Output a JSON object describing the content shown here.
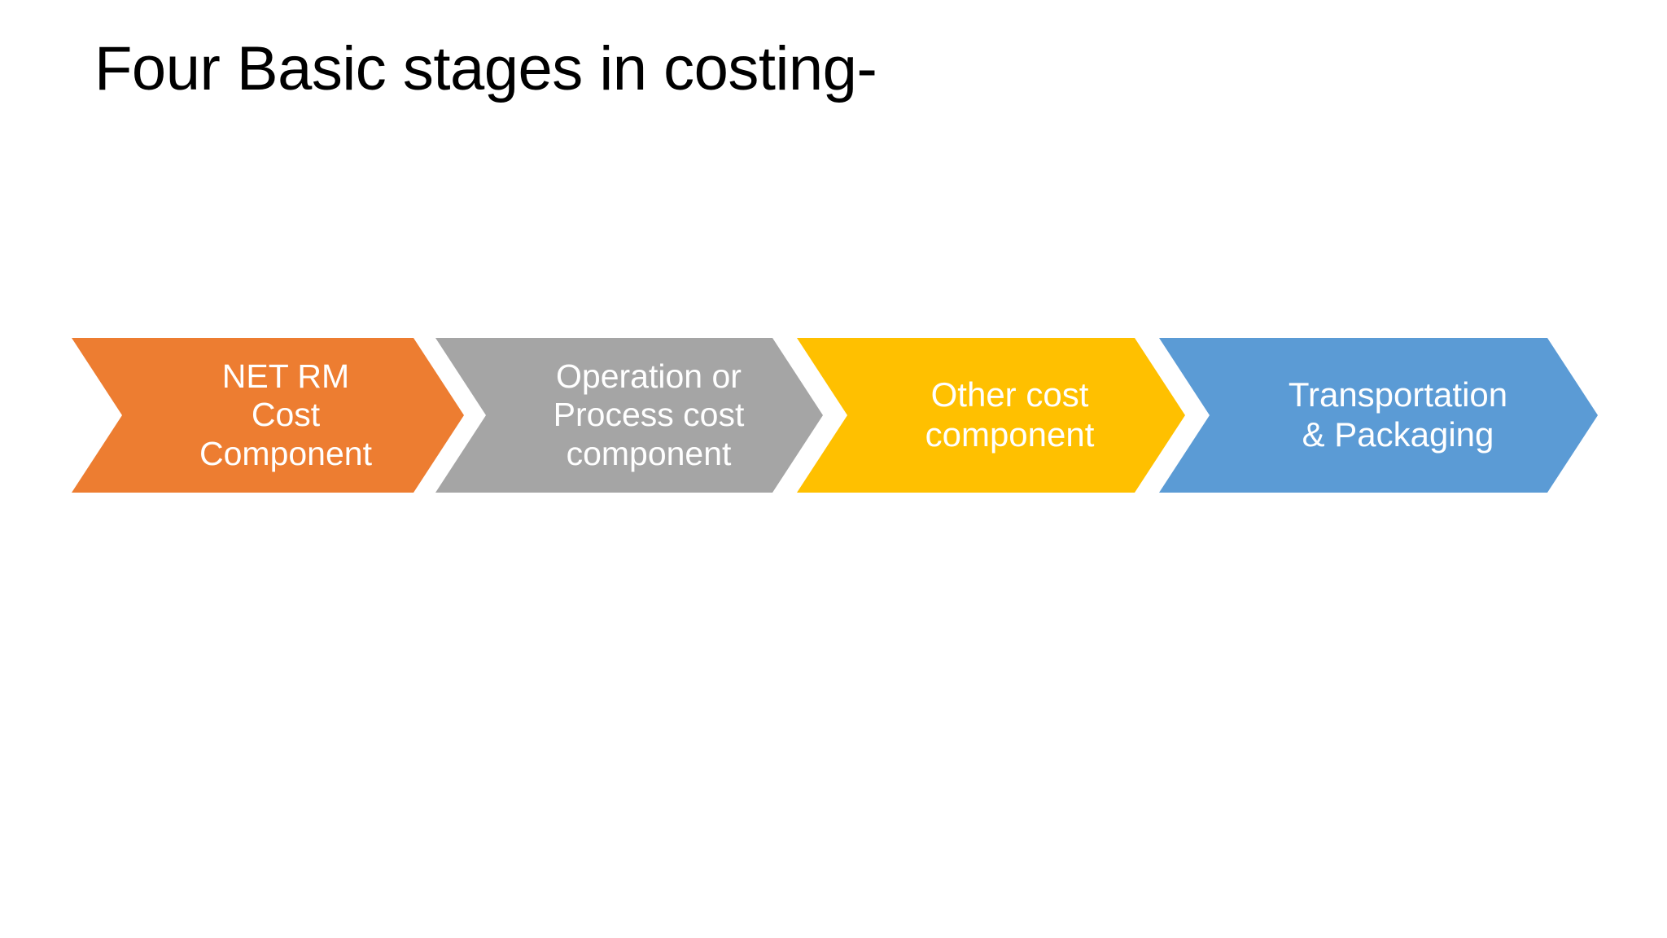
{
  "slide": {
    "background_color": "#FFFFFF",
    "title": "Four Basic stages in costing-",
    "title_color": "#000000"
  },
  "process": {
    "name": "four-basic-stages-in-costing",
    "direction": "left-to-right",
    "shape": "chevron",
    "steps": [
      {
        "index": 1,
        "label": "NET RM\nCost\nComponent",
        "lines": [
          "NET RM",
          "Cost",
          "Component"
        ],
        "fill_color": "#ED7D31",
        "text_color": "#FFFFFF"
      },
      {
        "index": 2,
        "label": "Operation or\nProcess cost\ncomponent",
        "lines": [
          "Operation or",
          "Process cost",
          "component"
        ],
        "fill_color": "#A5A5A5",
        "text_color": "#FFFFFF"
      },
      {
        "index": 3,
        "label": "Other cost\ncomponent",
        "lines": [
          "Other cost",
          "component"
        ],
        "fill_color": "#FFC000",
        "text_color": "#FFFFFF"
      },
      {
        "index": 4,
        "label": "Transportation\n& Packaging",
        "lines": [
          "Transportation",
          "& Packaging"
        ],
        "fill_color": "#5B9BD5",
        "text_color": "#FFFFFF"
      }
    ]
  }
}
